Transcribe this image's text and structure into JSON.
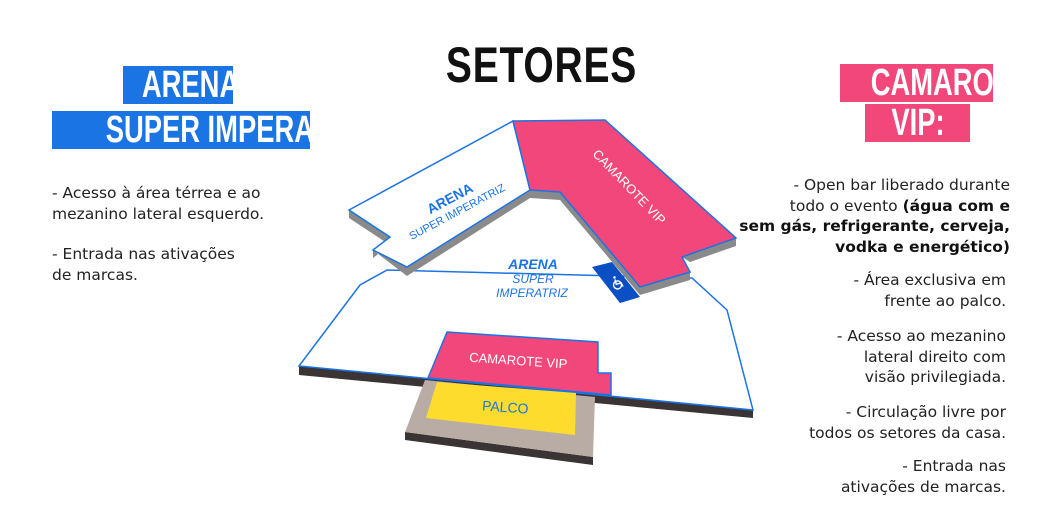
{
  "title": "SETORES",
  "left": {
    "heading_line1": "ARENA",
    "heading_line2": "SUPER IMPERATRIZ:",
    "bullets": [
      [
        "- Acesso à área térrea e ao",
        "mezanino lateral esquerdo."
      ],
      [
        "- Entrada nas ativações",
        "de marcas."
      ]
    ]
  },
  "right": {
    "heading_line1": "CAMAROTE",
    "heading_line2": "VIP:",
    "bullet1": {
      "line1": "- Open bar liberado durante",
      "line2_normal": "todo o evento ",
      "line2_bold": "(água com e",
      "line3_bold": "sem gás, refrigerante, cerveja,",
      "line4_bold": "vodka  e energético)"
    },
    "bullets": [
      [
        "- Área exclusiva em",
        "frente ao palco."
      ],
      [
        "- Acesso ao mezanino",
        "lateral direito com",
        "visão privilegiada."
      ],
      [
        "- Circulação livre por",
        "todos os setores da casa."
      ],
      [
        "- Entrada nas",
        "ativações de marcas."
      ]
    ]
  },
  "map": {
    "upper_arena_line1": "ARENA",
    "upper_arena_line2": "SUPER IMPERATRIZ",
    "upper_vip": "CAMAROTE VIP",
    "floor_line1": "ARENA",
    "floor_line2": "SUPER",
    "floor_line3": "IMPERATRIZ",
    "lower_vip": "CAMAROTE VIP",
    "stage": "PALCO",
    "accessibility_icon": "wheelchair-icon"
  },
  "colors": {
    "blue": "#1b74e4",
    "pink": "#f2477a",
    "stage": "#fddc2e",
    "dark_blue": "#0a4fc4"
  }
}
